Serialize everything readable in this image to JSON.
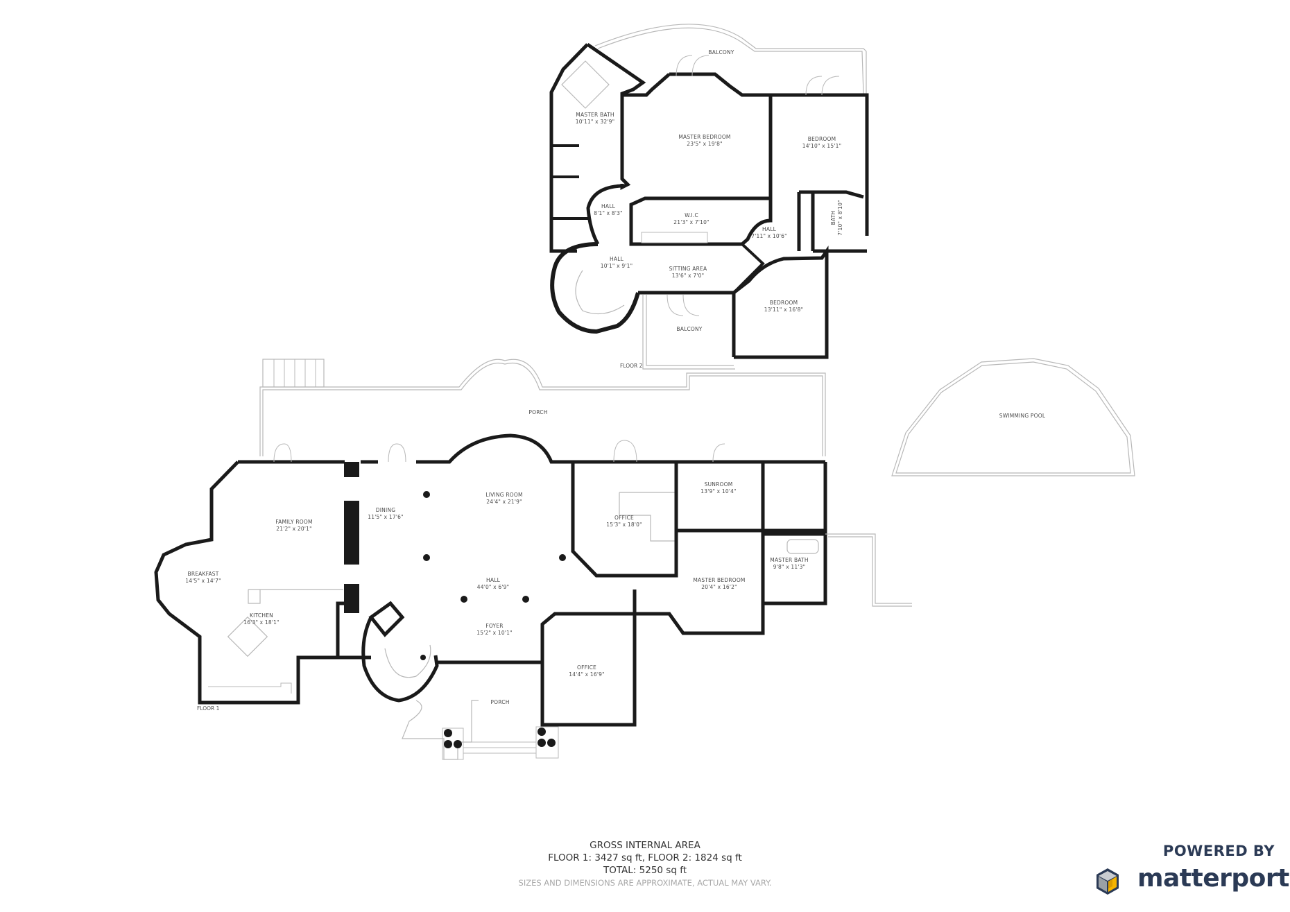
{
  "floor2": {
    "label": "FLOOR 2",
    "rooms": [
      {
        "name": "BALCONY",
        "dims": ""
      },
      {
        "name": "MASTER BATH",
        "dims": "10'11\" x 32'9\""
      },
      {
        "name": "MASTER BEDROOM",
        "dims": "23'5\" x 19'8\""
      },
      {
        "name": "BEDROOM",
        "dims": "14'10\" x 15'1\""
      },
      {
        "name": "HALL",
        "dims": "8'1\" x 8'3\""
      },
      {
        "name": "W.I.C",
        "dims": "21'3\" x 7'10\""
      },
      {
        "name": "HALL",
        "dims": "7'11\" x 10'6\""
      },
      {
        "name": "BATH",
        "dims": "7'10\" x 8'10\""
      },
      {
        "name": "HALL",
        "dims": "10'1\" x 9'1\""
      },
      {
        "name": "SITTING AREA",
        "dims": "13'6\" x 7'0\""
      },
      {
        "name": "BEDROOM",
        "dims": "13'11\" x 16'8\""
      },
      {
        "name": "BALCONY",
        "dims": ""
      }
    ]
  },
  "floor1": {
    "label": "FLOOR 1",
    "rooms": [
      {
        "name": "PORCH",
        "dims": ""
      },
      {
        "name": "FAMILY ROOM",
        "dims": "21'2\" x 20'1\""
      },
      {
        "name": "DINING",
        "dims": "11'5\" x 17'6\""
      },
      {
        "name": "LIVING ROOM",
        "dims": "24'4\" x 21'9\""
      },
      {
        "name": "OFFICE",
        "dims": "15'3\" x 18'0\""
      },
      {
        "name": "SUNROOM",
        "dims": "13'9\" x 10'4\""
      },
      {
        "name": "BREAKFAST",
        "dims": "14'5\" x 14'7\""
      },
      {
        "name": "KITCHEN",
        "dims": "16'3\" x 18'1\""
      },
      {
        "name": "HALL",
        "dims": "44'0\" x 6'9\""
      },
      {
        "name": "MASTER BEDROOM",
        "dims": "20'4\" x 16'2\""
      },
      {
        "name": "MASTER BATH",
        "dims": "9'8\" x 11'3\""
      },
      {
        "name": "FOYER",
        "dims": "15'2\" x 10'1\""
      },
      {
        "name": "OFFICE",
        "dims": "14'4\" x 16'9\""
      },
      {
        "name": "PORCH",
        "dims": ""
      }
    ]
  },
  "exterior": {
    "pool_label": "SWIMMING POOL"
  },
  "footer": {
    "title": "GROSS INTERNAL AREA",
    "floors_line": "FLOOR 1: 3427 sq ft, FLOOR 2: 1824 sq ft",
    "total_line": "TOTAL: 5250 sq ft",
    "disclaimer": "SIZES AND DIMENSIONS ARE APPROXIMATE, ACTUAL MAY VARY."
  },
  "branding": {
    "powered_by": "POWERED BY",
    "name": "matterport",
    "logo_icon": "matterport-cube-icon",
    "colors": {
      "text": "#2b3a55",
      "cube_gray": "#9aa0a6",
      "cube_yellow": "#f5b400"
    }
  },
  "colors": {
    "wall": "#1a1a1a",
    "outline": "#b8b8b8",
    "label": "#4a4a4a"
  }
}
